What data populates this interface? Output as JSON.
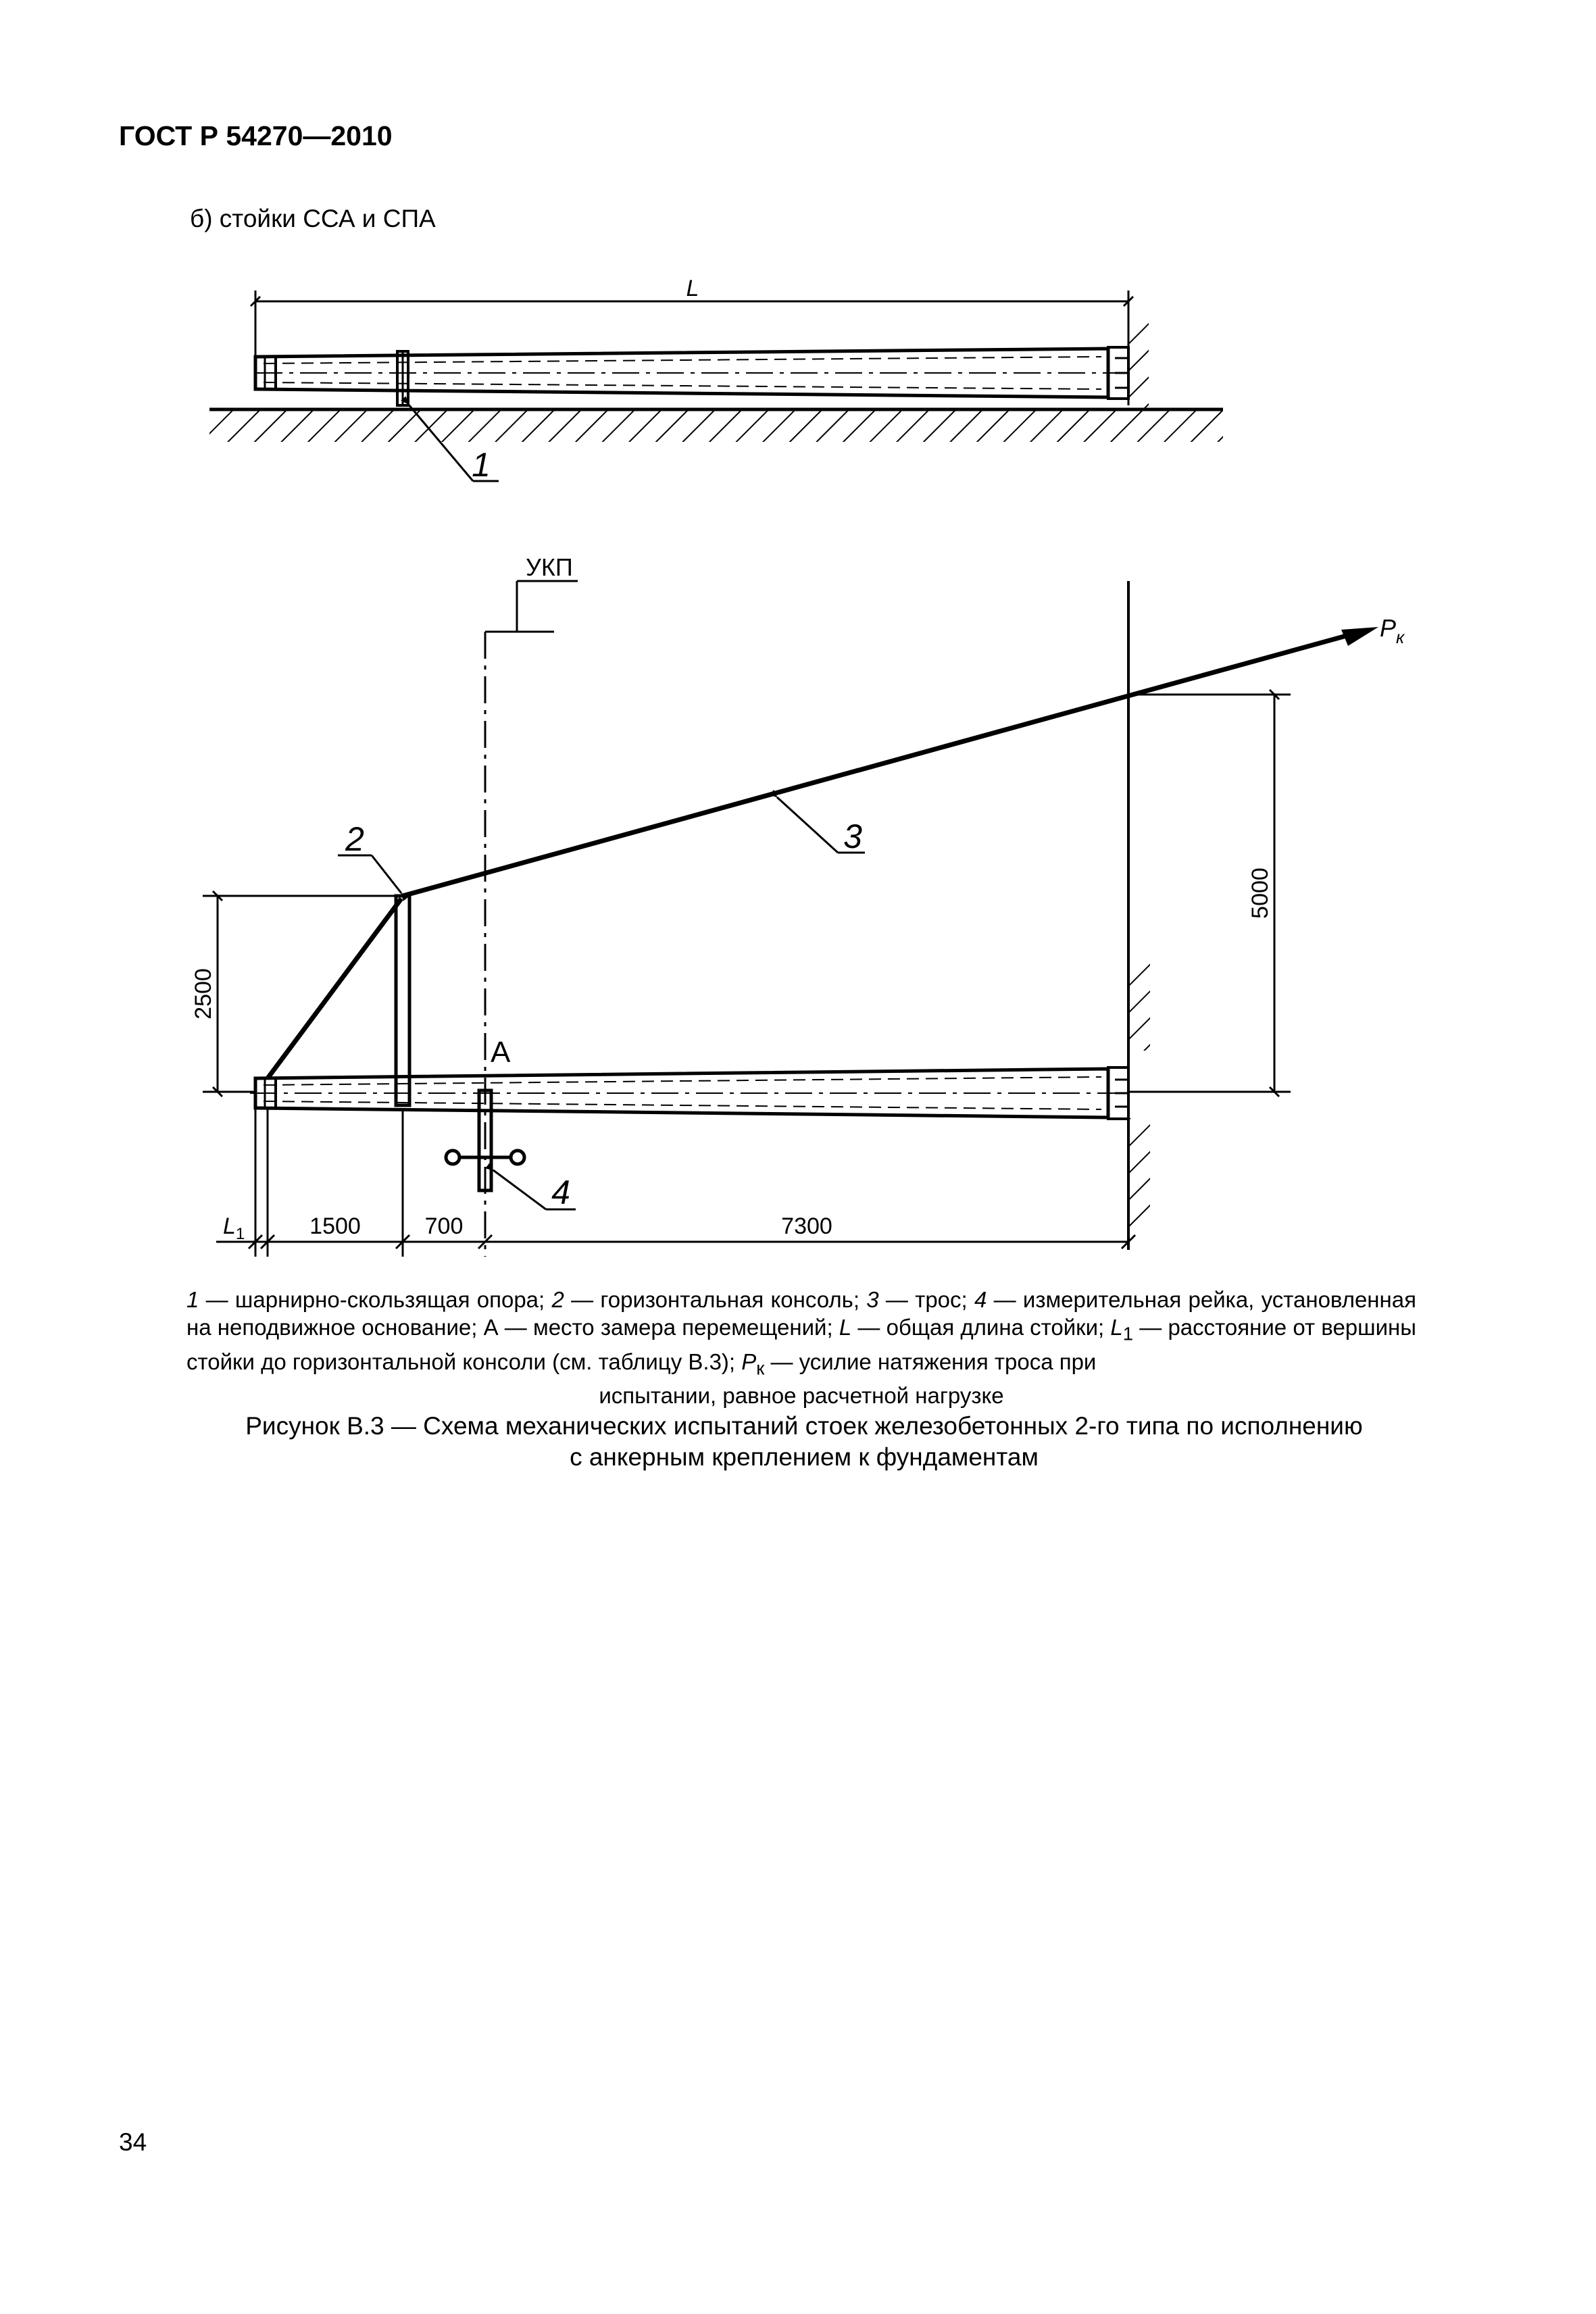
{
  "header": {
    "doc_code": "ГОСТ Р 54270—2010"
  },
  "subtitle": "б) стойки ССА и СПА",
  "diagram_top": {
    "length_label": "L",
    "callout_1": "1"
  },
  "diagram_main": {
    "ukp_label": "УКП",
    "force_label": "Р",
    "force_sub": "к",
    "callout_2": "2",
    "callout_3": "3",
    "callout_4": "4",
    "point_a": "А",
    "dim_2500": "2500",
    "dim_5000": "5000",
    "dim_l1": "L",
    "dim_l1_sub": "1",
    "dim_1500": "1500",
    "dim_700": "700",
    "dim_7300": "7300"
  },
  "legend": {
    "n1": "1",
    "t1": " — шарнирно-скользящая опора; ",
    "n2": "2",
    "t2": " — горизонтальная консоль; ",
    "n3": "3",
    "t3": " — трос; ",
    "n4": "4",
    "t4": " — измерительная рейка, установленная на неподвижное основание; А — место замера перемещений; ",
    "nL": "L",
    "tL": " — общая длина стойки; ",
    "nL1": "L",
    "nL1sub": "1",
    "tL1": " — расстояние от вершины стойки до горизонтальной консоли (см. таблицу В.3); ",
    "nP": "Р",
    "nPsub": "к",
    "tP": " — усилие натяжения троса при",
    "last_line": "испытании, равное расчетной нагрузке"
  },
  "caption": {
    "line1": "Рисунок В.3 — Схема механических испытаний стоек железобетонных 2-го типа по исполнению",
    "line2": "с анкерным креплением к фундаментам"
  },
  "page_number": "34"
}
